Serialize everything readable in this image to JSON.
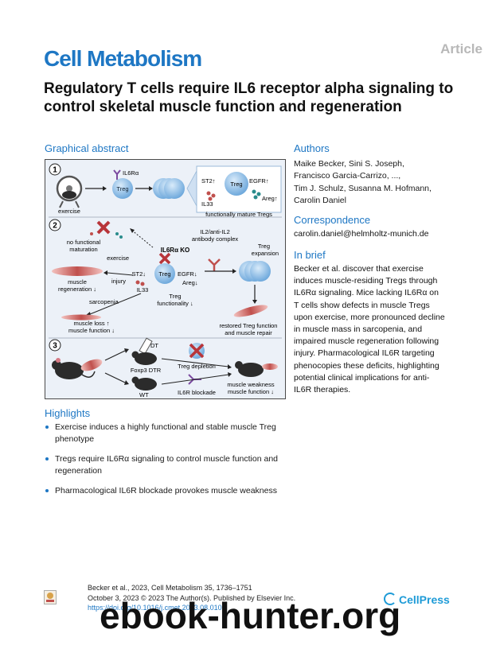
{
  "header": {
    "journal": "Cell Metabolism",
    "article_type": "Article",
    "title": "Regulatory T cells require IL6 receptor alpha signaling to control skeletal muscle function and regeneration"
  },
  "graphical_abstract": {
    "heading": "Graphical abstract",
    "panel1": {
      "number": "1",
      "exercise": "exercise",
      "il6ra": "IL6Rα",
      "treg": "Treg",
      "st2_up": "ST2↑",
      "egfr_up": "EGFR↑",
      "areg_up": "Areg↑",
      "il33": "IL33",
      "mature": "functionally mature Tregs"
    },
    "panel2": {
      "number": "2",
      "no_func_1": "no functional",
      "no_func_2": "maturation",
      "il2_1": "IL2/anti-IL2",
      "il2_2": "antibody complex",
      "ko": "IL6Rα KO",
      "exercise": "exercise",
      "treg_exp_1": "Treg",
      "treg_exp_2": "expansion",
      "regen_1": "muscle",
      "regen_2": "regeneration ↓",
      "injury": "injury",
      "st2_down": "ST2↓",
      "treg": "Treg",
      "egfr_down": "EGFR↓",
      "areg_down": "Areg↓",
      "il33": "IL33",
      "func_1": "Treg",
      "func_2": "functionality ↓",
      "sarcopenia": "sarcopenia",
      "loss_1": "muscle loss ↑",
      "loss_2": "muscle function ↓",
      "restored_1": "restored Treg function",
      "restored_2": "and muscle repair"
    },
    "panel3": {
      "number": "3",
      "dt": "DT",
      "foxp3": "Foxp3 DTR",
      "wt": "WT",
      "depletion": "Treg depletion",
      "blockade": "IL6R blockade",
      "weak_1": "muscle weakness",
      "weak_2": "muscle function ↓"
    }
  },
  "authors": {
    "heading": "Authors",
    "lines": [
      "Maike Becker, Sini S. Joseph,",
      "Francisco Garcia-Carrizo, ...,",
      "Tim J. Schulz, Susanna M. Hofmann,",
      "Carolin Daniel"
    ]
  },
  "correspondence": {
    "heading": "Correspondence",
    "email": "carolin.daniel@helmholtz-munich.de"
  },
  "in_brief": {
    "heading": "In brief",
    "lines": [
      "Becker et al. discover that exercise",
      "induces muscle-residing Tregs through",
      "IL6Rα signaling. Mice lacking IL6Rα on",
      "T cells show defects in muscle Tregs",
      "upon exercise, more pronounced decline",
      "in muscle mass in sarcopenia, and",
      "impaired muscle regeneration following",
      "injury. Pharmacological IL6R targeting",
      "phenocopies these deficits, highlighting",
      "potential clinical implications for anti-",
      "IL6R therapies."
    ]
  },
  "highlights": {
    "heading": "Highlights",
    "items": [
      "Exercise induces a highly functional and stable muscle Treg phenotype",
      "Tregs require IL6Rα signaling to control muscle function and regeneration",
      "Pharmacological IL6R blockade provokes muscle weakness"
    ]
  },
  "citation": {
    "line1": "Becker et al., 2023, Cell Metabolism 35, 1736–1751",
    "line2": "October 3, 2023 © 2023 The Author(s). Published by Elsevier Inc.",
    "doi": "https://doi.org/10.1016/j.cmet.2023.08.010"
  },
  "publisher": "CellPress",
  "watermark": "ebook-hunter.org",
  "colors": {
    "accent": "#1e77c4",
    "treg_cell": "#6fa9dc",
    "muscle": "#c0504d",
    "cross": "#b8353a"
  }
}
